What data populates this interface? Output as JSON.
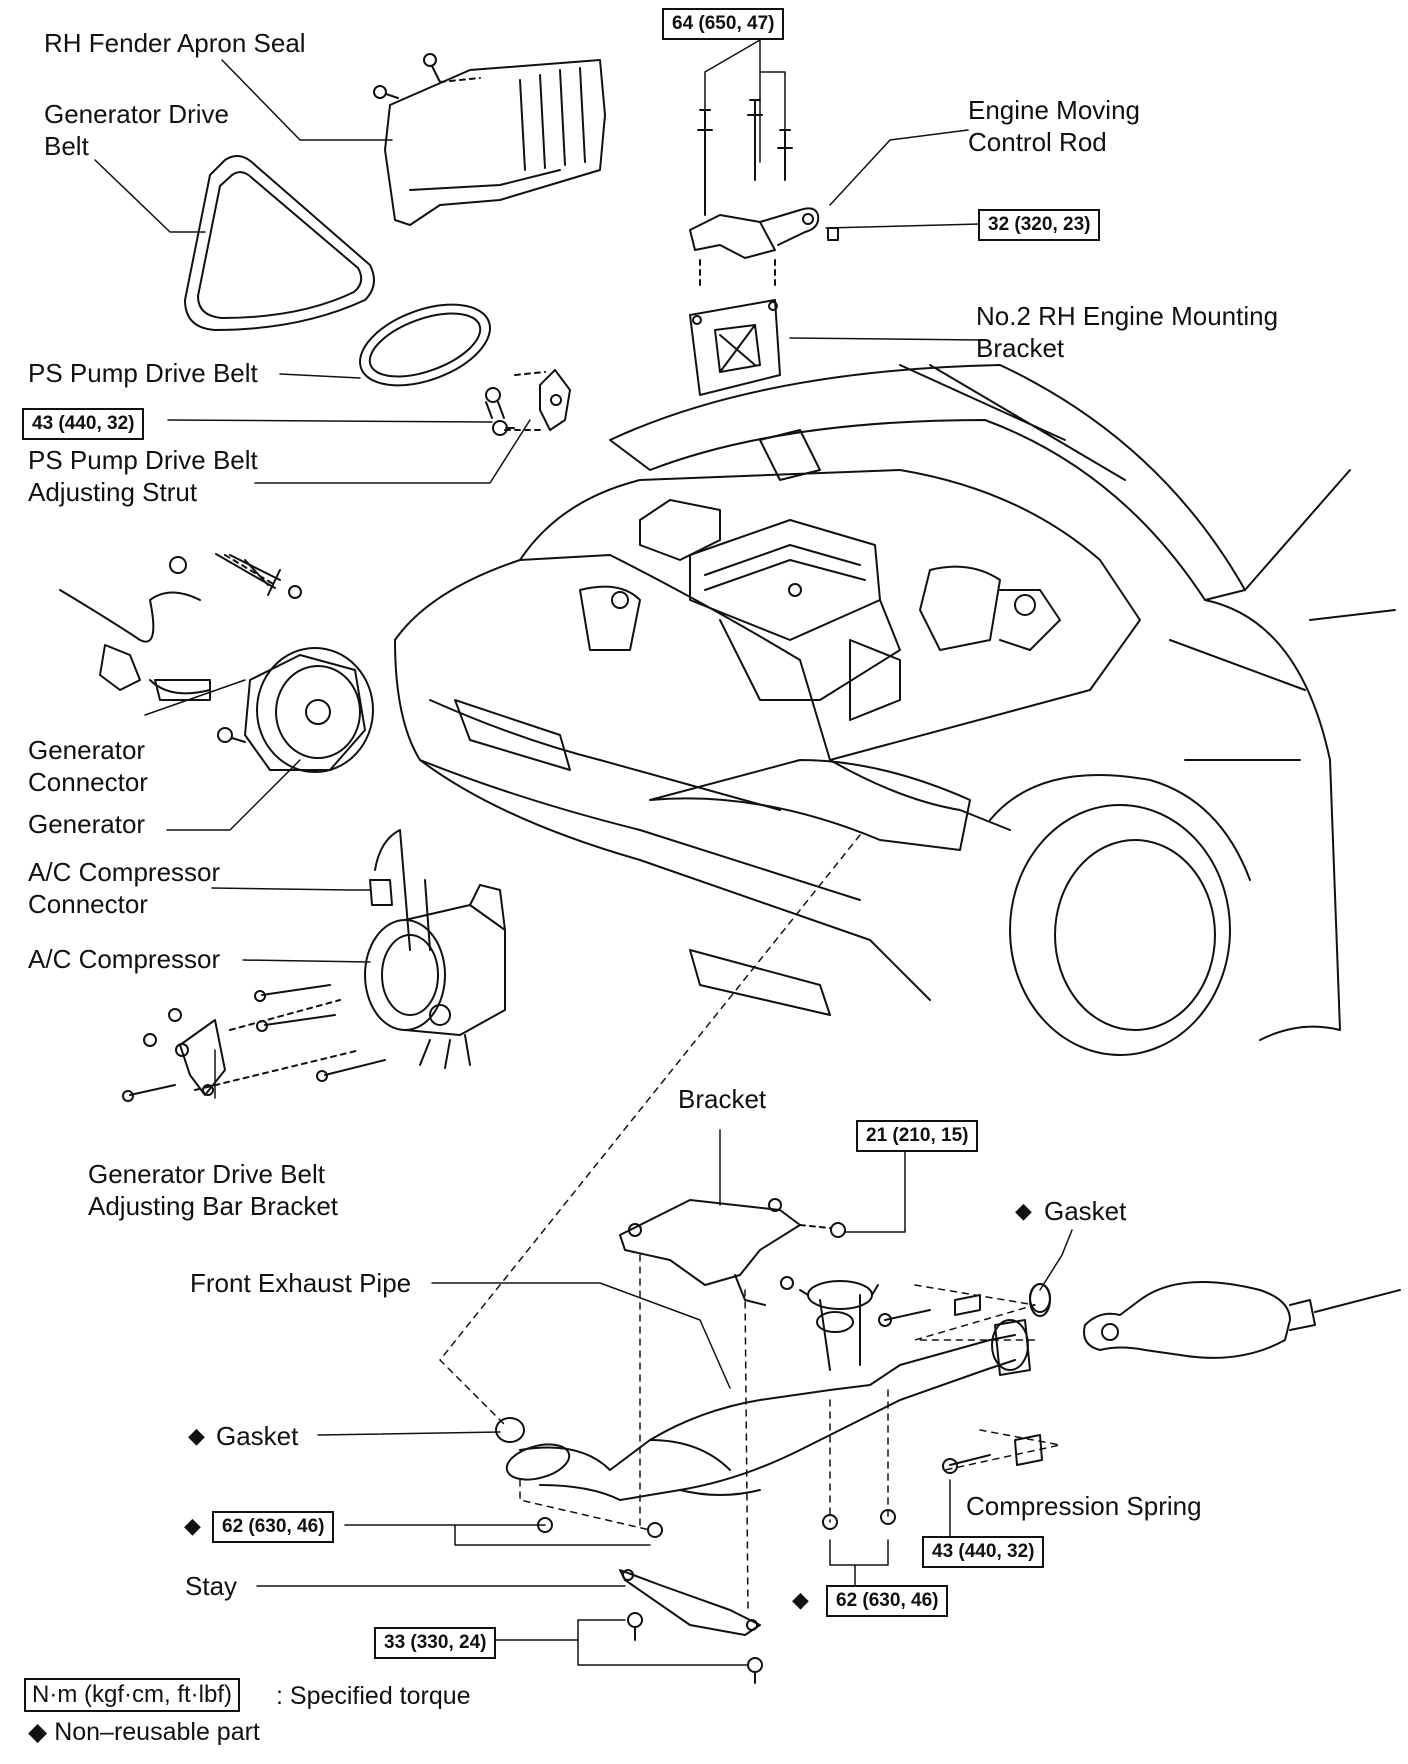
{
  "labels": {
    "rh_fender_apron_seal": "RH Fender Apron Seal",
    "generator_drive_belt": "Generator Drive\nBelt",
    "engine_moving_control_rod": "Engine Moving\nControl Rod",
    "no2_rh_engine_mounting_bracket": "No.2 RH Engine Mounting\nBracket",
    "ps_pump_drive_belt": "PS Pump Drive Belt",
    "ps_pump_drive_belt_adjusting_strut": "PS Pump Drive Belt\nAdjusting Strut",
    "generator_connector": "Generator\nConnector",
    "generator": "Generator",
    "ac_compressor_connector": "A/C Compressor\nConnector",
    "ac_compressor": "A/C Compressor",
    "generator_drive_belt_adjusting_bar_bracket": "Generator Drive Belt\nAdjusting Bar Bracket",
    "bracket": "Bracket",
    "gasket_right": "Gasket",
    "front_exhaust_pipe": "Front Exhaust Pipe",
    "gasket_left": "Gasket",
    "compression_spring": "Compression Spring",
    "stay": "Stay"
  },
  "torques": {
    "t_top_bolts": "64 (650, 47)",
    "t_control_rod": "32 (320, 23)",
    "t_strut": "43 (440, 32)",
    "t_bracket": "21 (210, 15)",
    "t_pipe_left": "62 (630, 46)",
    "t_spring": "43 (440, 32)",
    "t_pipe_right": "62 (630, 46)",
    "t_stay": "33 (330, 24)"
  },
  "legend": {
    "unit_box": "N·m (kgf·cm, ft·lbf)",
    "unit_desc": ": Specified torque",
    "non_reusable": "Non–reusable part"
  },
  "symbols": {
    "non_reusable_marker": "◆"
  },
  "colors": {
    "ink": "#111111",
    "background": "#ffffff"
  }
}
